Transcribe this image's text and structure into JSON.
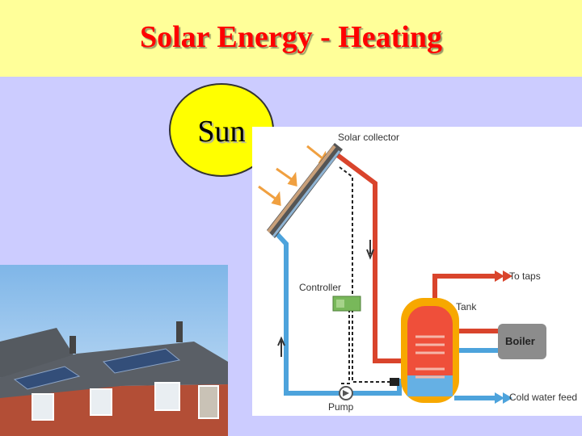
{
  "slide": {
    "title": "Solar Energy - Heating"
  },
  "sun": {
    "label": "Sun"
  },
  "diagram": {
    "labels": {
      "solar_collector": "Solar collector",
      "controller": "Controller",
      "to_taps": "To taps",
      "tank": "Tank",
      "boiler": "Boiler",
      "pump": "Pump",
      "cold_water_feed": "Cold water feed"
    },
    "colors": {
      "hot": "#d9442c",
      "cold": "#4da3dc",
      "tank": "#f7a800",
      "boiler": "#8c8c8c",
      "controller": "#78b85a"
    }
  }
}
